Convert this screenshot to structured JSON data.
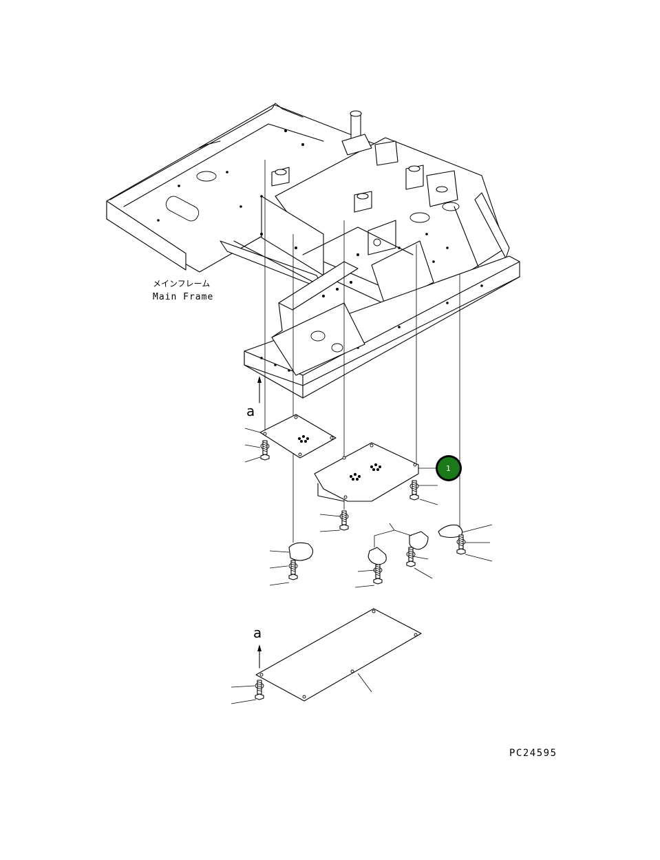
{
  "labels": {
    "main_frame_jp": "メインフレーム",
    "main_frame_en": "Main Frame",
    "view_arrow_top": "a",
    "view_arrow_bottom": "a",
    "drawing_code": "PC24595"
  },
  "callout": {
    "number": "1",
    "color": "#1a7a1a"
  }
}
